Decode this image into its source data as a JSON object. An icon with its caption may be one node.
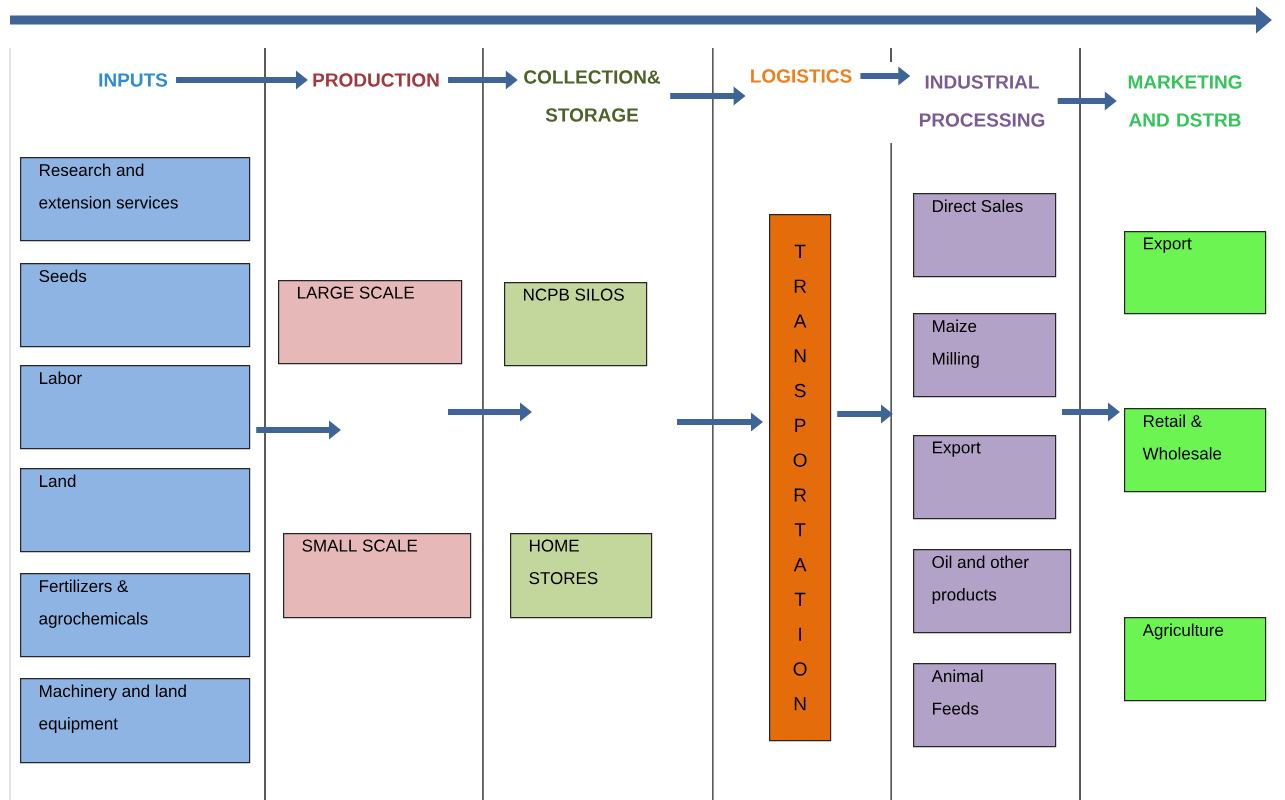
{
  "diagram": {
    "nodes": [
      {
        "text": [
          "INPUTS"
        ]
      },
      {
        "text": [
          "PRODUCTION"
        ]
      },
      {
        "text": [
          "COLLECTION& STORAGE"
        ]
      },
      {
        "text": [
          "LOGISTICS"
        ]
      },
      {
        "text": [
          "INDUSTRIAL PROCESSING"
        ]
      },
      {
        "text": [
          "MARKETING AND DSTRB"
        ]
      },
      {
        "text": [
          "Research and extension services"
        ]
      },
      {
        "text": [
          "Seeds"
        ]
      },
      {
        "text": [
          "Labor"
        ]
      },
      {
        "text": [
          "Land"
        ]
      },
      {
        "text": [
          "Fertilizers & agrochemicals"
        ]
      },
      {
        "text": [
          "Machinery and land equipment"
        ]
      },
      {
        "text": [
          "LARGE SCALE"
        ]
      },
      {
        "text": [
          "SMALL SCALE"
        ]
      },
      {
        "text": [
          "NCPB SILOS"
        ]
      },
      {
        "text": [
          "HOME STORES"
        ]
      },
      {
        "text": [
          "TRANSPORTATION"
        ]
      },
      {
        "text": [
          "Direct Sales"
        ]
      },
      {
        "text": [
          "Maize Milling"
        ]
      },
      {
        "text": [
          "Export"
        ]
      },
      {
        "text": [
          "Oil and other products"
        ]
      },
      {
        "text": [
          "Animal Feeds"
        ]
      },
      {
        "text": [
          "Export"
        ]
      },
      {
        "text": [
          "Retail & Wholesale"
        ]
      },
      {
        "text": [
          "Agriculture"
        ]
      }
    ],
    "edges": [
      {
        "from": 0,
        "to": 1,
        "arrow": "to"
      },
      {
        "from": 1,
        "to": 2,
        "arrow": "to"
      },
      {
        "from": 2,
        "to": 3,
        "arrow": "to"
      },
      {
        "from": 3,
        "to": 4,
        "arrow": "to"
      },
      {
        "from": 4,
        "to": 5,
        "arrow": "to"
      },
      {
        "from": 8,
        "to": null,
        "arrow": "to"
      },
      {
        "from": null,
        "to": 16,
        "arrow": "to"
      },
      {
        "from": 16,
        "to": null,
        "arrow": "to"
      }
    ]
  }
}
